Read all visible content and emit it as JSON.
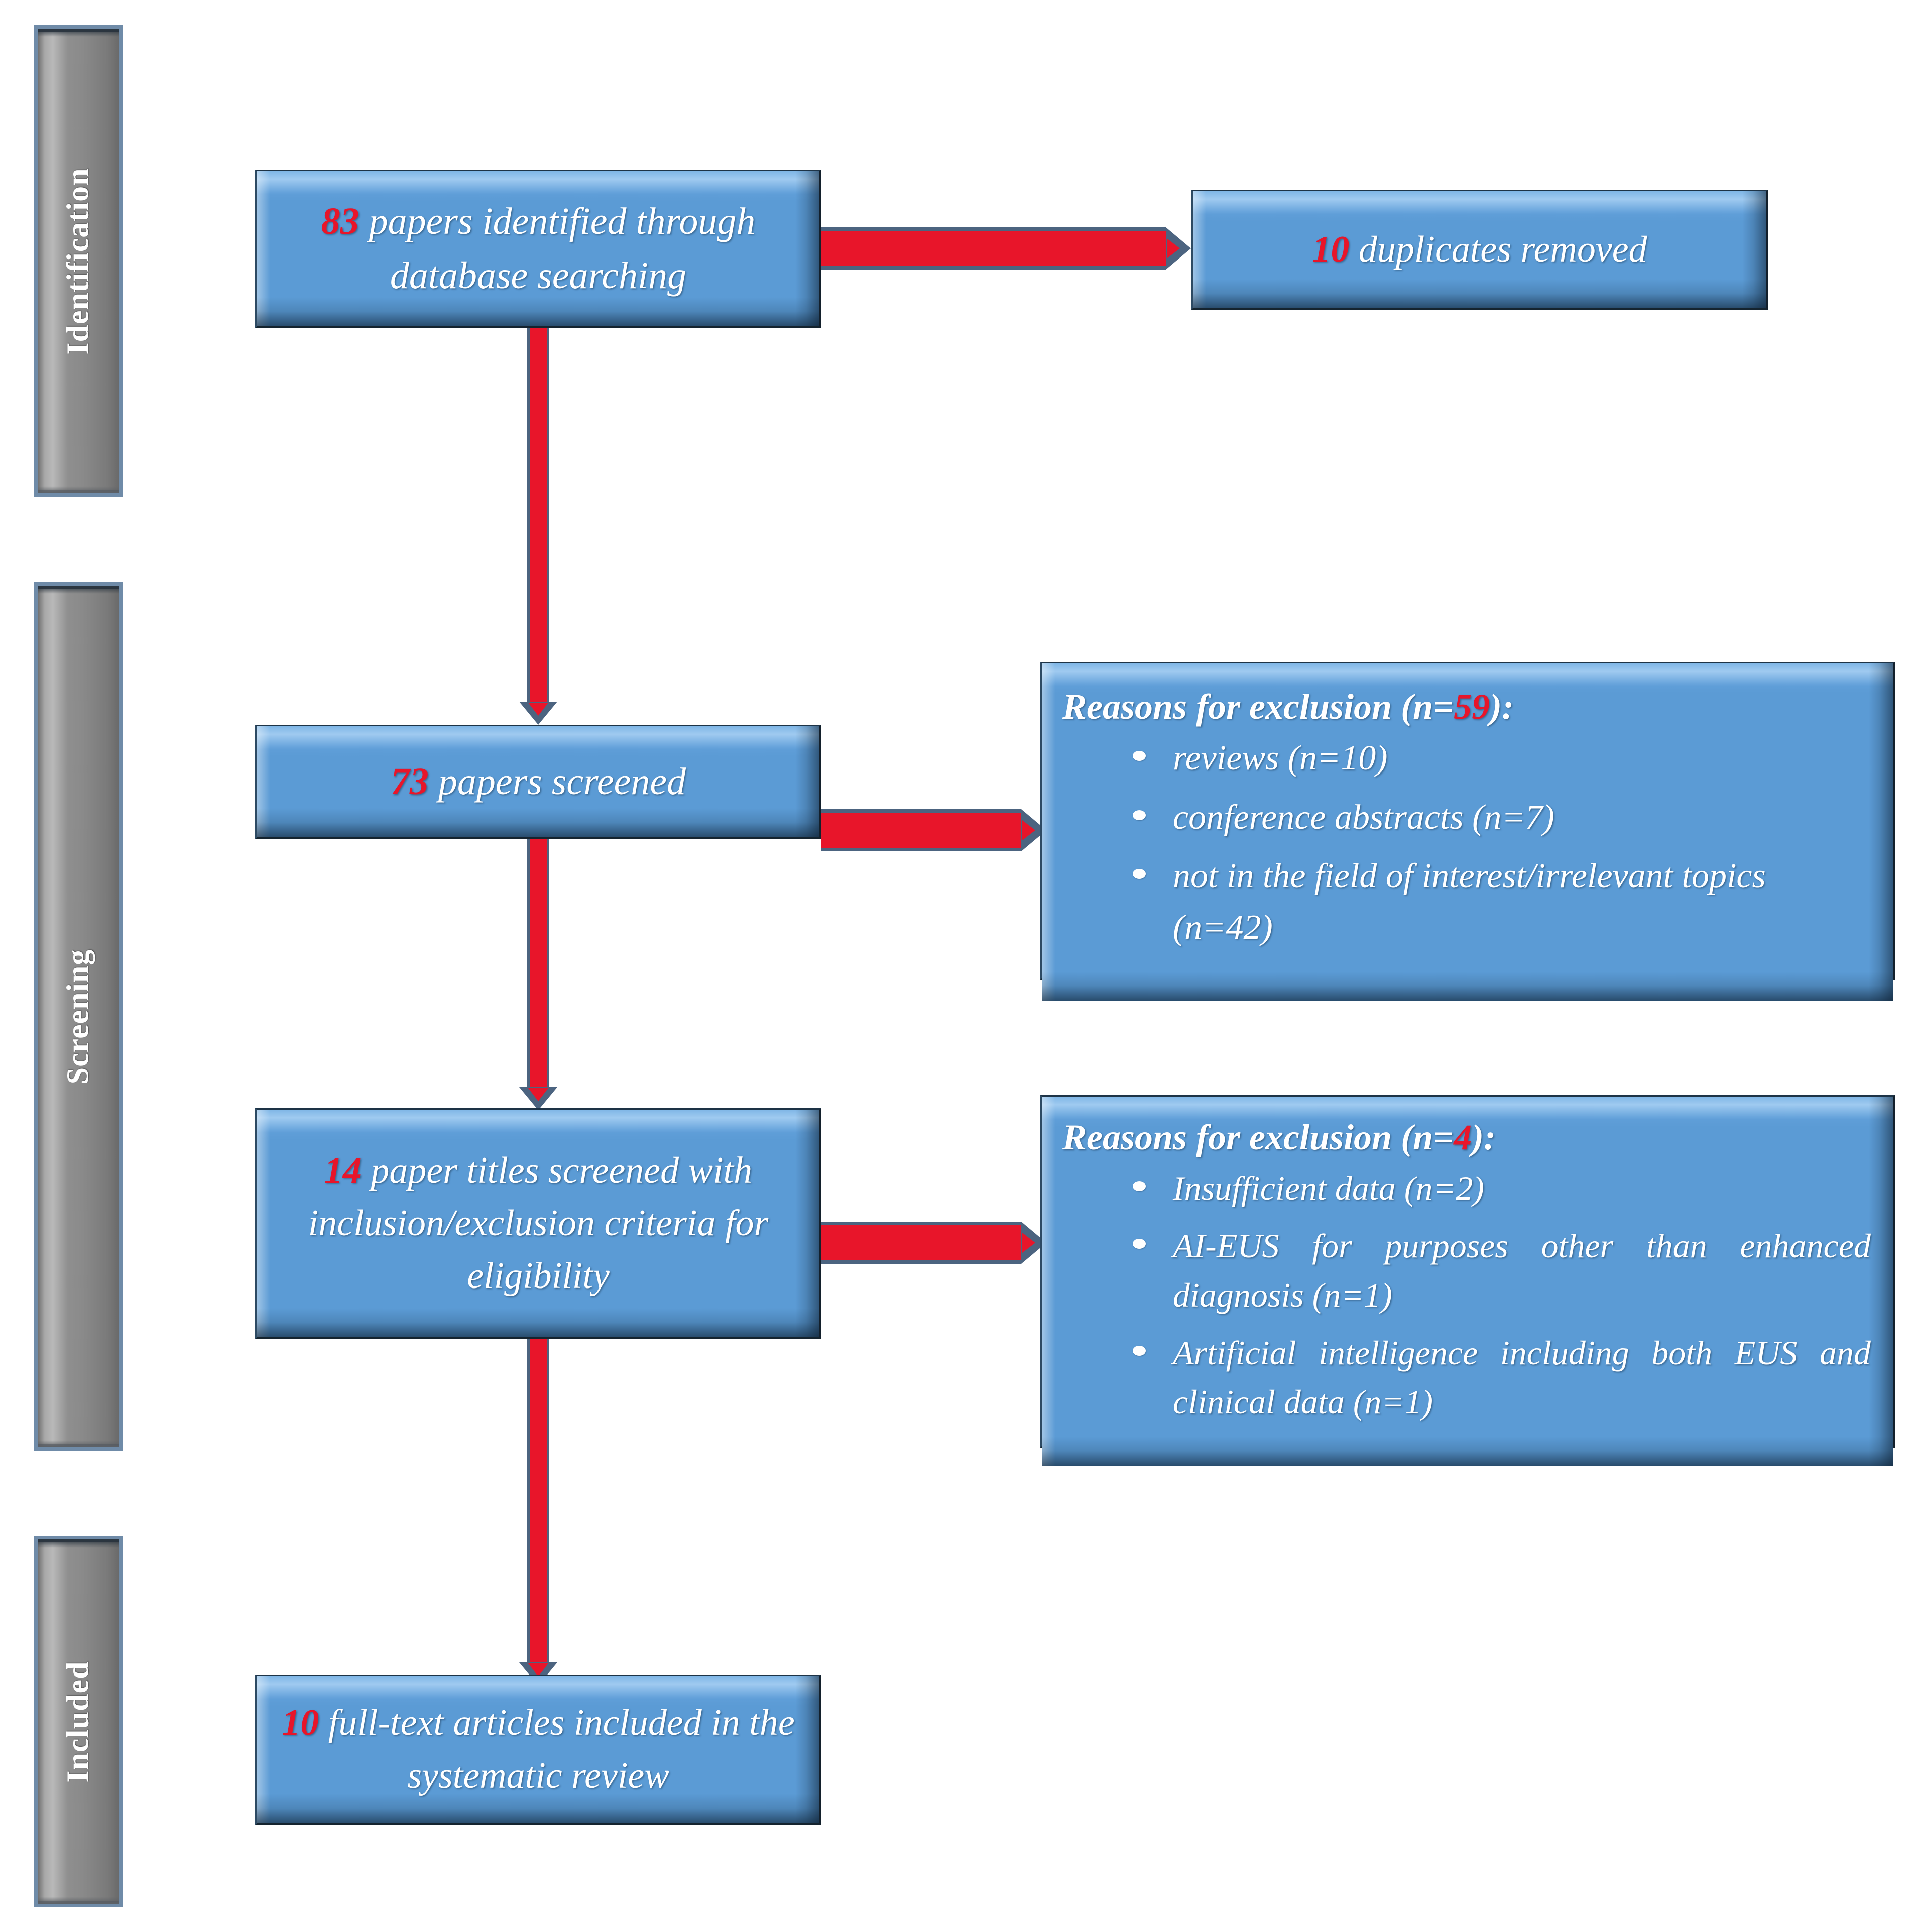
{
  "diagram": {
    "type": "PRISMA flow diagram",
    "accent_colors": {
      "box_fill": "#5b9bd5",
      "box_highlight": "#9fcaf0",
      "number_red": "#e8152a",
      "arrow_red": "#e8152a",
      "arrow_outline": "#4c6480",
      "stage_bar_grey": "#8a8a8a",
      "stage_bar_frame": "#6f8ba8",
      "text_white": "#ffffff"
    }
  },
  "stages": [
    {
      "id": "identification",
      "label": "Identification"
    },
    {
      "id": "screening",
      "label": "Screening"
    },
    {
      "id": "included",
      "label": "Included"
    }
  ],
  "boxes": {
    "identified": {
      "number": "83",
      "text": "papers identified through database searching"
    },
    "duplicates": {
      "number": "10",
      "text": "duplicates removed"
    },
    "screened": {
      "number": "73",
      "text": "papers screened"
    },
    "eligibility": {
      "number": "14",
      "text": "paper titles screened with inclusion/exclusion criteria for eligibility"
    },
    "included": {
      "number": "10",
      "text": "full-text articles included in the systematic review"
    }
  },
  "exclusions": [
    {
      "id": "exclusion-screening",
      "title_prefix": "Reasons for exclusion (n=",
      "title_number": "59",
      "title_suffix": "):",
      "items": [
        "reviews (n=10)",
        "conference abstracts (n=7)",
        "not in the field of interest/irrelevant topics (n=42)"
      ]
    },
    {
      "id": "exclusion-eligibility",
      "title_prefix": "Reasons for exclusion (n=",
      "title_number": "4",
      "title_suffix": "):",
      "items": [
        "Insufficient data (n=2)",
        "AI-EUS for purposes other than enhanced diagnosis (n=1)",
        "Artificial intelligence including both EUS and clinical data (n=1)"
      ]
    }
  ],
  "arrows": [
    {
      "id": "identified-to-duplicates",
      "direction": "right"
    },
    {
      "id": "identified-to-screened",
      "direction": "down"
    },
    {
      "id": "screened-to-exclusion59",
      "direction": "right"
    },
    {
      "id": "screened-to-eligibility",
      "direction": "down"
    },
    {
      "id": "eligibility-to-exclusion4",
      "direction": "right"
    },
    {
      "id": "eligibility-to-included",
      "direction": "down"
    }
  ]
}
